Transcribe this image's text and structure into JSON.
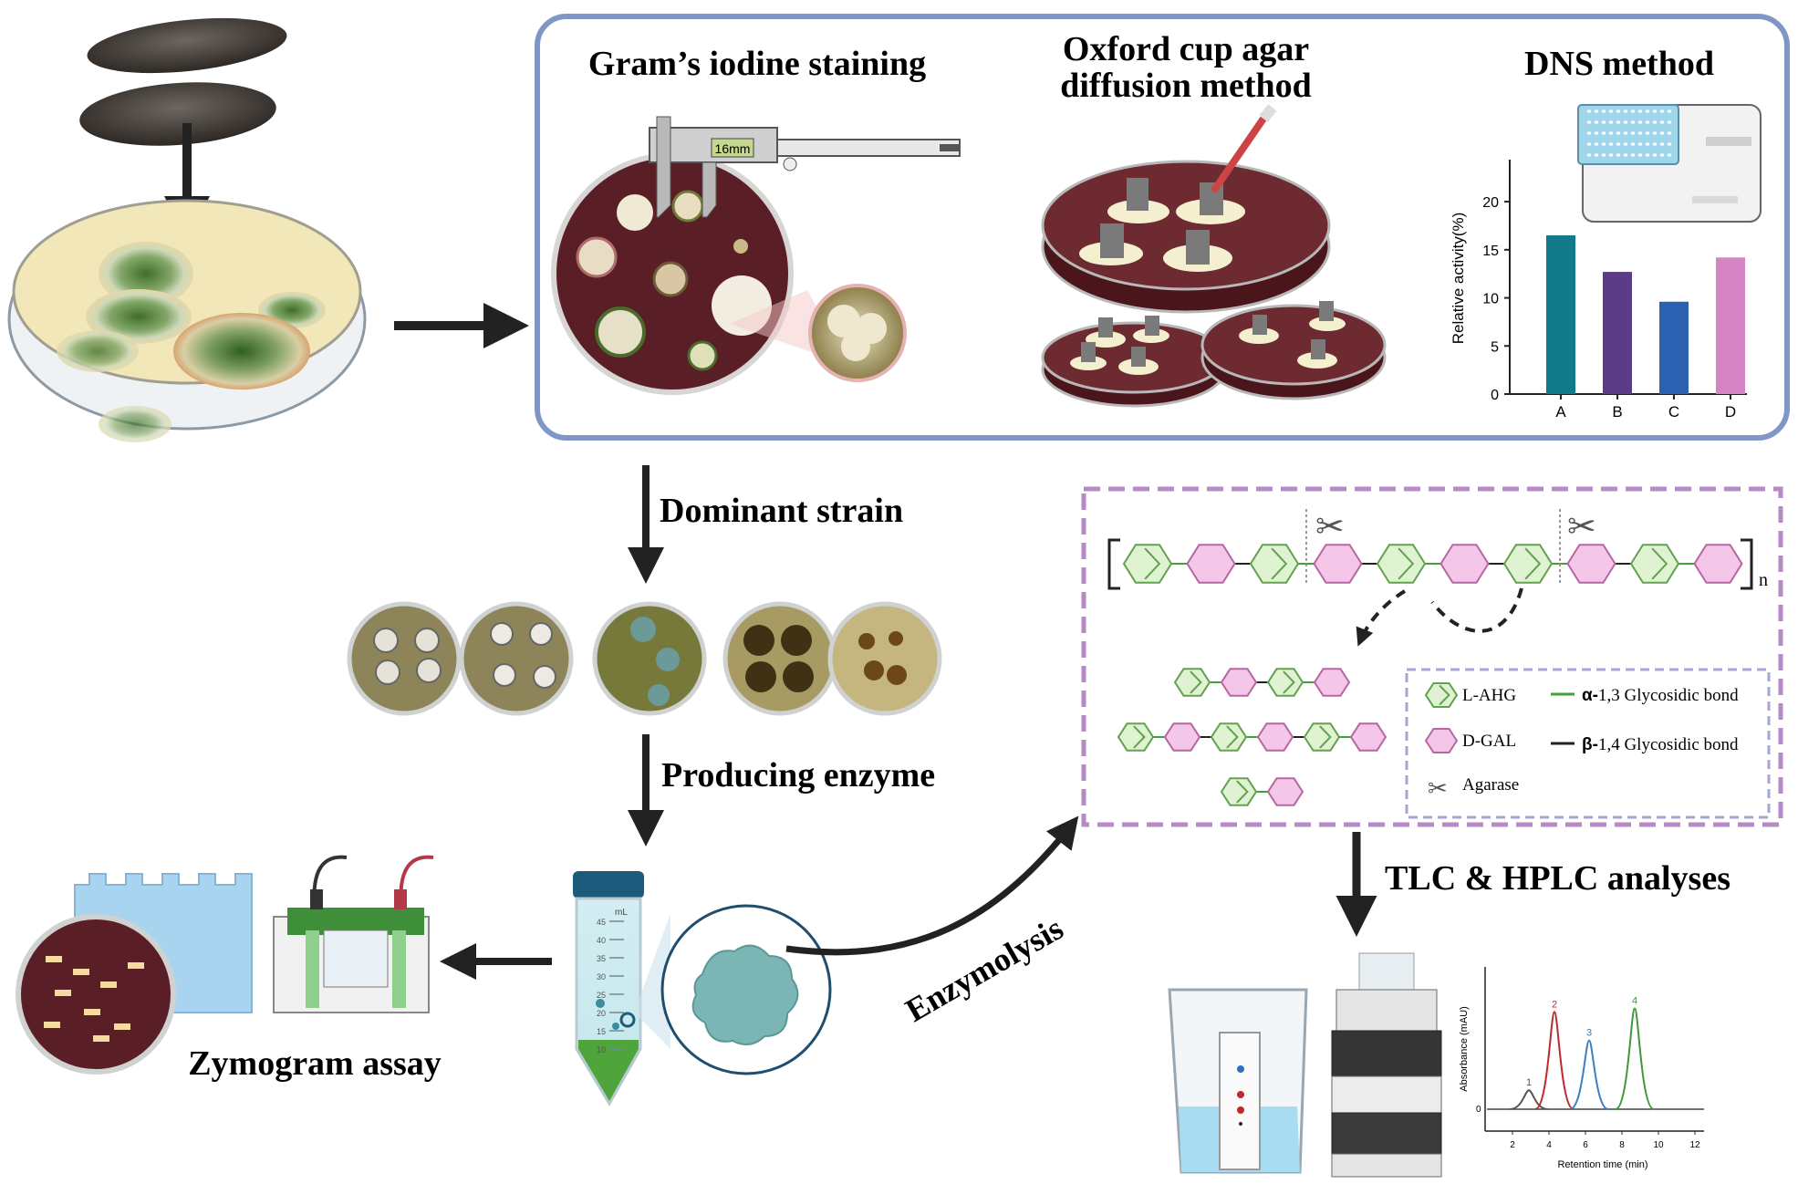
{
  "top_box": {
    "gram": "Gram’s iodine staining",
    "caliper_reading": "16mm",
    "oxford_line1": "Oxford cup agar",
    "oxford_line2": "diffusion method",
    "dns": "DNS method"
  },
  "steps": {
    "dominant_strain": "Dominant strain",
    "producing_enzyme": "Producing enzyme",
    "enzymolysis": "Enzymolysis",
    "zymogram": "Zymogram assay",
    "tlc_hplc": "TLC & HPLC analyses"
  },
  "tube": {
    "unit": "mL",
    "marks": [
      "45",
      "40",
      "35",
      "30",
      "25",
      "20",
      "15",
      "10"
    ]
  },
  "agarose": {
    "subscript": "n",
    "legend": {
      "lahg": "L-AHG",
      "dgal": "D-GAL",
      "agarase": "Agarase",
      "alpha_prefix": "α-",
      "alpha_rest": "1,3 Glycosidic  bond",
      "beta_prefix": "β-",
      "beta_rest": "1,4 Glycosidic  bond"
    }
  },
  "colors": {
    "box_border": "#7f96c6",
    "dashed_border": "#b58ac6",
    "lahg_fill": "#dff3d2",
    "lahg_stroke": "#62a14e",
    "dgal_fill": "#f4c6e8",
    "dgal_stroke": "#b566a3",
    "alpha_bond": "#3fa33a",
    "beta_bond": "#222222",
    "agar_dark": "#5a1e26",
    "arrow": "#222222"
  },
  "chart_data": [
    {
      "type": "bar",
      "ylabel": "Relative activity(%)",
      "categories": [
        "A",
        "B",
        "C",
        "D"
      ],
      "values": [
        16.5,
        12.7,
        9.6,
        14.2
      ],
      "yticks": [
        "0",
        "5",
        "10",
        "15",
        "20"
      ],
      "ylim": [
        0,
        22
      ],
      "colors": [
        "#137a8c",
        "#5b3c86",
        "#2c61b1",
        "#d685c4"
      ],
      "grid": false
    },
    {
      "type": "line",
      "xlabel": "Retention time (min)",
      "ylabel": "Absorbance (mAU)",
      "xticks": [
        "2",
        "4",
        "6",
        "8",
        "10",
        "12"
      ],
      "ytick": "0",
      "xlim": [
        0.5,
        12.5
      ],
      "series": [
        {
          "name": "1",
          "color": "#555555",
          "peak_x": 2.9,
          "height": 0.16
        },
        {
          "name": "2",
          "color": "#c0282e",
          "peak_x": 4.3,
          "height": 0.82
        },
        {
          "name": "3",
          "color": "#3a7fc0",
          "peak_x": 6.2,
          "height": 0.58
        },
        {
          "name": "4",
          "color": "#3d9a3a",
          "peak_x": 8.7,
          "height": 0.85
        }
      ]
    }
  ]
}
